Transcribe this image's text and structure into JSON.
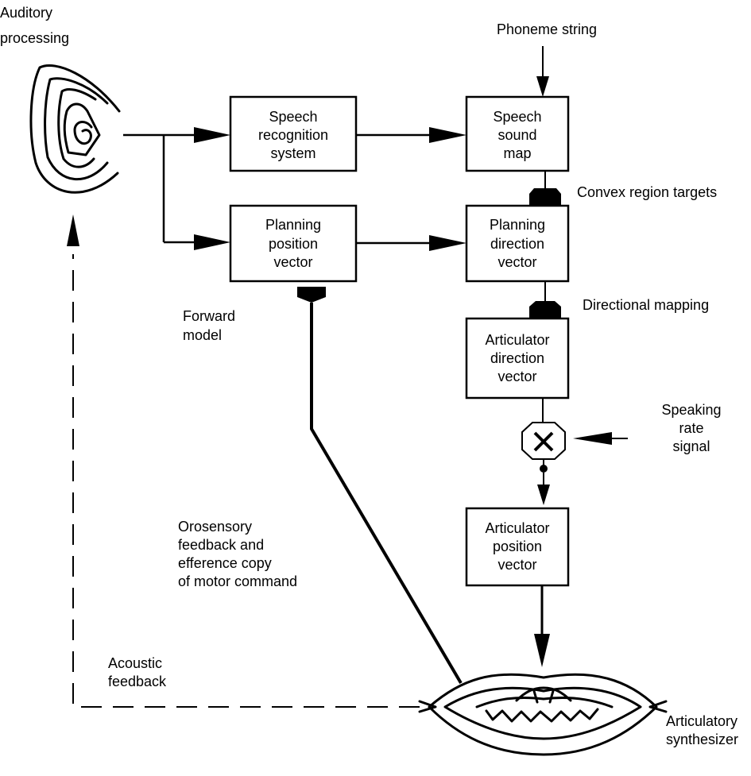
{
  "diagram": {
    "labels": {
      "auditory_processing": [
        "Auditory",
        "processing"
      ],
      "phoneme_string": "Phoneme string",
      "convex_region_targets": "Convex region targets",
      "directional_mapping": "Directional mapping",
      "forward_model": [
        "Forward",
        "model"
      ],
      "speaking_rate_signal": [
        "Speaking",
        "rate",
        "signal"
      ],
      "orosensory_feedback": [
        "Orosensory",
        "feedback and",
        "efference copy",
        "of motor command"
      ],
      "acoustic_feedback": [
        "Acoustic",
        "feedback"
      ],
      "articulatory_synthesizer": [
        "Articulatory",
        "synthesizer"
      ]
    },
    "boxes": {
      "speech_recognition": [
        "Speech",
        "recognition",
        "system"
      ],
      "speech_sound_map": [
        "Speech",
        "sound",
        "map"
      ],
      "planning_position": [
        "Planning",
        "position",
        "vector"
      ],
      "planning_direction": [
        "Planning",
        "direction",
        "vector"
      ],
      "articulator_direction": [
        "Articulator",
        "direction",
        "vector"
      ],
      "articulator_position": [
        "Articulator",
        "position",
        "vector"
      ]
    },
    "icons": {
      "ear": "ear-icon",
      "mouth": "mouth-icon",
      "multiply": "multiply-icon"
    },
    "colors": {
      "ink": "#000000",
      "background": "#ffffff"
    }
  }
}
